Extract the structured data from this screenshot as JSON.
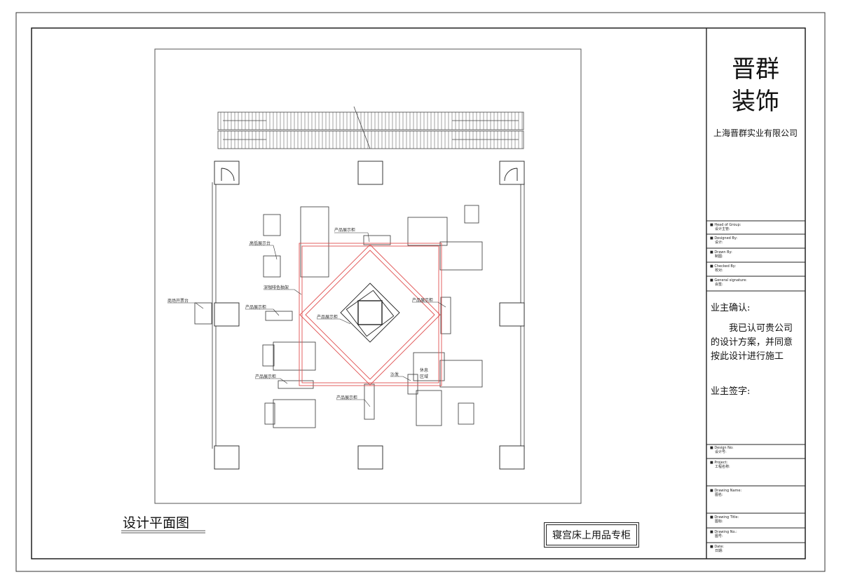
{
  "title_block": {
    "brand_line1": "晋群",
    "brand_line2": "装饰",
    "company": "上海晋群实业有限公司",
    "sign_rows": [
      {
        "en": "Head of Group:",
        "zh": "设计主管:"
      },
      {
        "en": "Designed By:",
        "zh": "设计:"
      },
      {
        "en": "Drawn By:",
        "zh": "制图:"
      },
      {
        "en": "Checked By:",
        "zh": "校对:"
      },
      {
        "en": "General signature:",
        "zh": "会签:"
      }
    ],
    "owner_confirm": "业主确认:",
    "owner_statement": "我已认可贵公司的设计方案，并同意按此设计进行施工",
    "owner_sign": "业主签字:",
    "info_rows": [
      {
        "en": "Design No:",
        "zh": "设计号:"
      },
      {
        "en": "Project:",
        "zh": "工程名称:"
      },
      {
        "en": "Drawing Name:",
        "zh": "图名:"
      },
      {
        "en": "Drawing Title:",
        "zh": "图标:"
      },
      {
        "en": "Drawing No.:",
        "zh": "图号:"
      },
      {
        "en": "Date:",
        "zh": "日期:"
      }
    ]
  },
  "drawing": {
    "plan_title": "设计平面图",
    "project_name": "寝宫床上用品专柜",
    "labels": {
      "product_cabinet": "产品展示柜",
      "high_display": "高低展示台",
      "mall_counter": "商场开票台",
      "dark_shelf": "深咖啡色柚架",
      "sofa": "沙发",
      "rest_area_1": "休息",
      "rest_area_2": "区域"
    }
  }
}
